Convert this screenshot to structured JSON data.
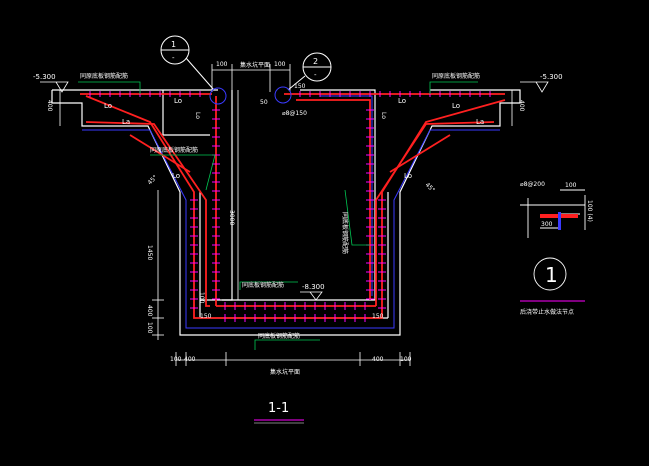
{
  "drawing": {
    "section_title": "1-1",
    "colors": {
      "background": "#000000",
      "outline": "#ffffff",
      "rebar": "#ff0000",
      "ties": "#ff00ff",
      "blue_line": "#3a3aff",
      "dim": "#ffffff",
      "leader": "#00c853"
    },
    "elevations": {
      "left": "-5.300",
      "right": "-5.300",
      "bottom": "-8.300"
    },
    "labels": {
      "lo": "Lo",
      "la": "La",
      "left_top_note": "同原底板钢筋配筋",
      "right_top_note": "同原底板钢筋配筋",
      "wall_note": "同原底板钢筋配筋",
      "inner_right_note": "同底板钢筋配筋",
      "bottom_inner_note": "同底板钢筋配筋",
      "bottom_outer_note": "同底板钢筋配筋",
      "mid_label": "集水坑平面",
      "rebar_spec": "⌀8@150",
      "dim_100": "100",
      "dim_150": "150",
      "dim_400": "400",
      "dim_50": "50",
      "dim_3000": "3000",
      "dim_1450": "1450",
      "dim_300": "300",
      "angle": "45°"
    },
    "callouts": {
      "left_num": "1",
      "left_den": "-",
      "right_num": "2",
      "right_den": "-"
    },
    "detail": {
      "spec": "⌀8@200",
      "dim_top": "100",
      "dim_side": "100 (4)",
      "dim_bottom": "300",
      "number": "1",
      "caption": "后浇带止水做法节点"
    }
  }
}
